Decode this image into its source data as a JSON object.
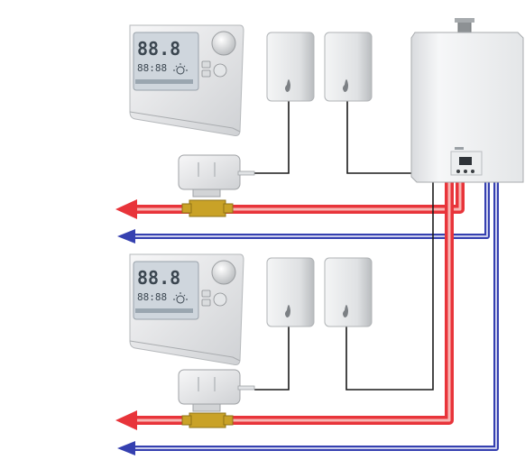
{
  "colors": {
    "supply": "#e8343a",
    "supply_light": "#f7b6b3",
    "return": "#3540b0",
    "return_light": "#c9ccec",
    "wire": "#1a1a1a",
    "device_body": "#e9eaeb",
    "device_shadow": "#c8cacc",
    "lcd": "#cfd6dd",
    "valve_brass": "#c9a227"
  },
  "icons": {
    "thermostat": "room-thermostat-icon",
    "sensor": "room-sensor-icon",
    "actuator": "valve-actuator-icon",
    "boiler": "wall-boiler-icon"
  },
  "zones": [
    {
      "thermostat_display": {
        "temp": "88.8",
        "time": "88:88"
      },
      "sensors": 2
    },
    {
      "thermostat_display": {
        "temp": "88.8",
        "time": "88:88"
      },
      "sensors": 2
    }
  ]
}
